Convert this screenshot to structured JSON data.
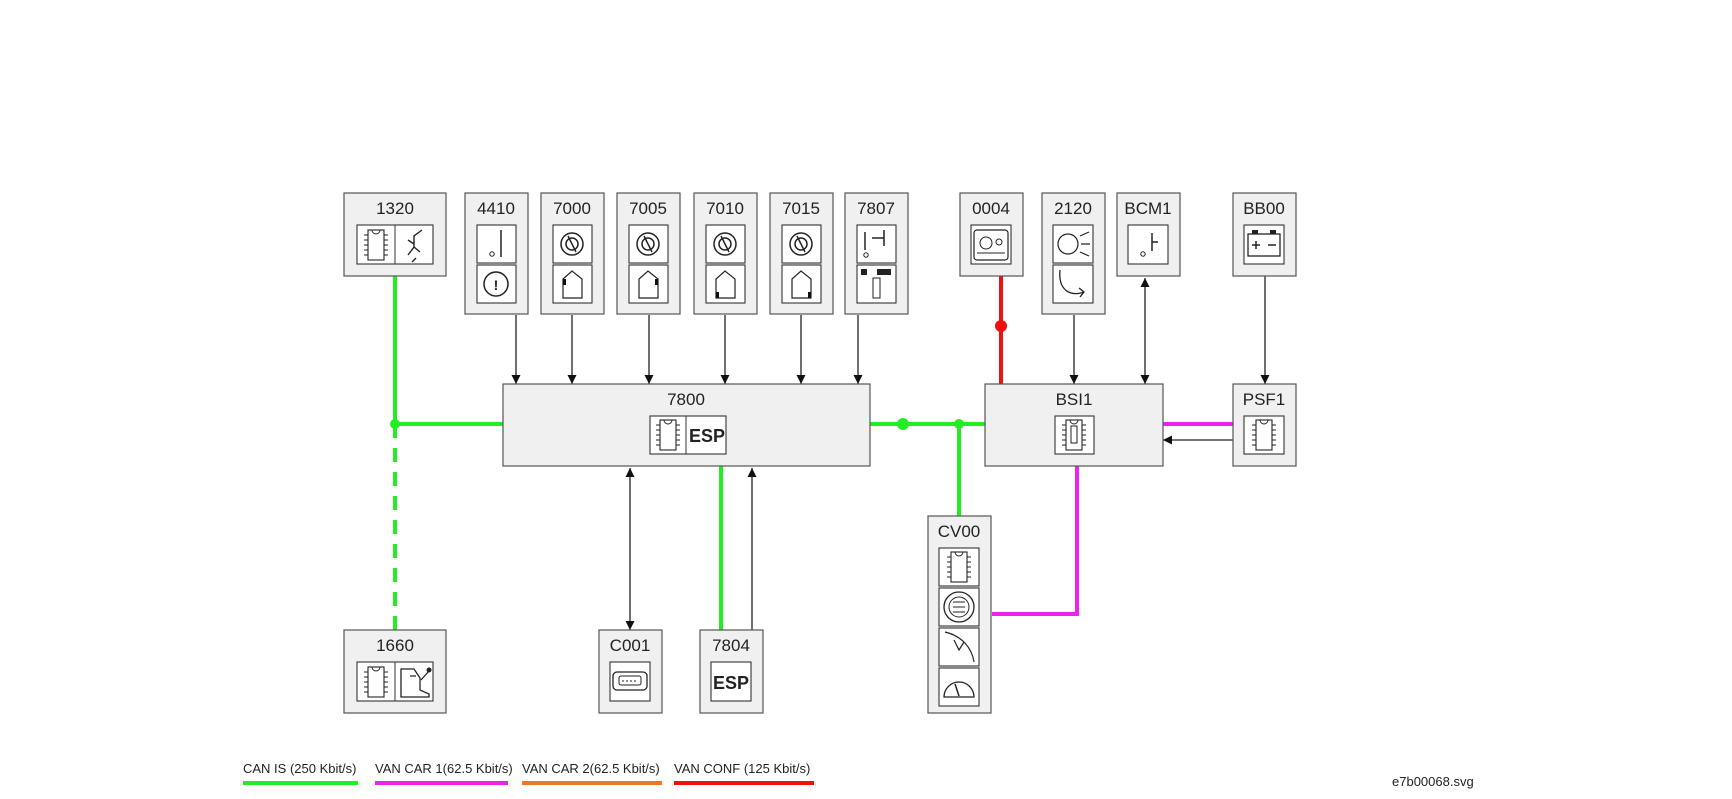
{
  "modules": {
    "m1320": "1320",
    "m4410": "4410",
    "m7000": "7000",
    "m7005": "7005",
    "m7010": "7010",
    "m7015": "7015",
    "m7807": "7807",
    "m0004": "0004",
    "m2120": "2120",
    "mBCM1": "BCM1",
    "mBB00": "BB00",
    "m7800": "7800",
    "mBSI1": "BSI1",
    "mPSF1": "PSF1",
    "mCV00": "CV00",
    "m1660": "1660",
    "mC001": "C001",
    "m7804": "7804"
  },
  "icon_text": {
    "esp_main": "ESP",
    "esp_7804": "ESP"
  },
  "legend": [
    {
      "label": "CAN IS (250 Kbit/s)",
      "color": "#22ee22"
    },
    {
      "label": "VAN CAR 1(62.5 Kbit/s)",
      "color": "#ee22ee"
    },
    {
      "label": "VAN CAR 2(62.5 Kbit/s)",
      "color": "#ee7722"
    },
    {
      "label": "VAN CONF (125 Kbit/s)",
      "color": "#ee1111"
    }
  ],
  "file_label": "e7b00068.svg"
}
